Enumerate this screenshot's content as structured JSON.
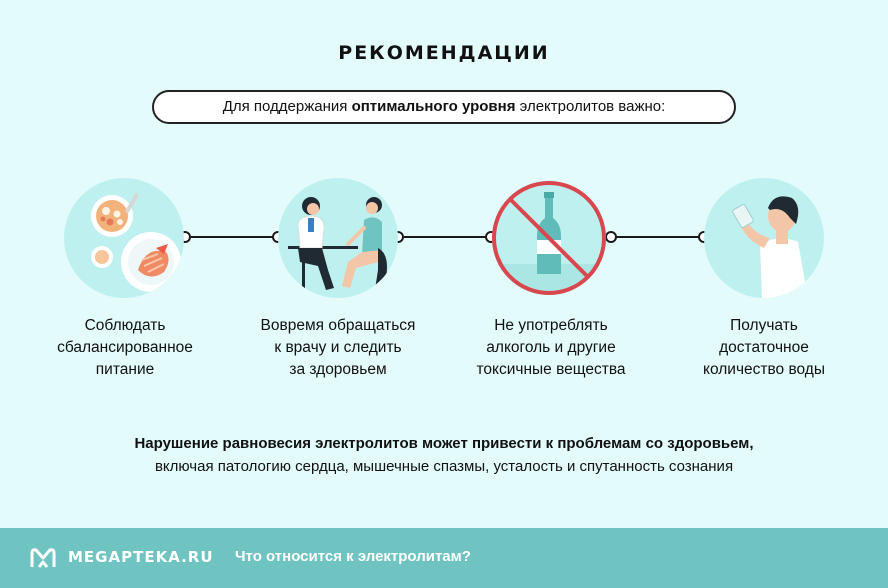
{
  "header": {
    "title": "РЕКОМЕНДАЦИИ",
    "subtitle_pre": "Для поддержания ",
    "subtitle_bold": "оптимального уровня",
    "subtitle_post": " электролитов важно:"
  },
  "steps": [
    {
      "icon": "food-plate-icon",
      "lines": [
        "Соблюдать",
        "сбалансированное",
        "питание"
      ]
    },
    {
      "icon": "doctor-visit-icon",
      "lines": [
        "Вовремя обращаться",
        "к врачу и следить",
        "за здоровьем"
      ]
    },
    {
      "icon": "no-alcohol-icon",
      "lines": [
        "Не употреблять",
        "алкоголь и другие",
        "токсичные вещества"
      ]
    },
    {
      "icon": "drinking-water-icon",
      "lines": [
        "Получать",
        "достаточное",
        "количество воды"
      ]
    }
  ],
  "note": {
    "bold": "Нарушение равновесия электролитов может привести к проблемам со здоровьем,",
    "regular": "включая патологию сердца, мышечные спазмы, усталость и спутанность сознания"
  },
  "footer": {
    "brand": "MEGAPTEKA.RU",
    "link": "Что относится к электролитам?"
  },
  "colors": {
    "background": "#e3fbfb",
    "circle": "#bff0f0",
    "footer": "#6fc4c1",
    "prohibition": "#d9474e"
  }
}
